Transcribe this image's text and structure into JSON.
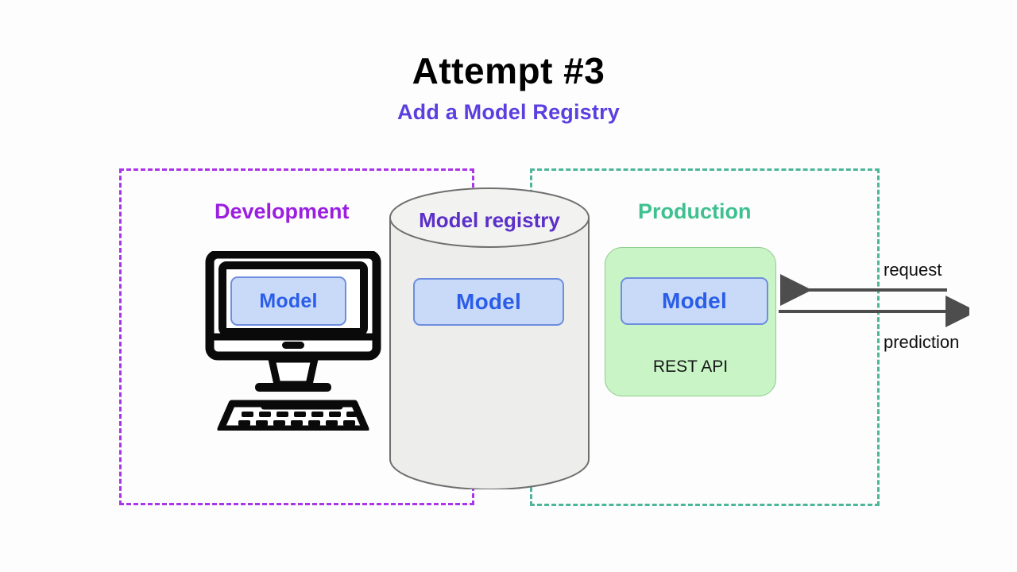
{
  "header": {
    "title": "Attempt #3",
    "subtitle": "Add a Model Registry"
  },
  "zones": {
    "development": {
      "label": "Development",
      "border_color": "#aa34e8",
      "label_color": "#9b1fe0",
      "style": "dashed"
    },
    "production": {
      "label": "Production",
      "border_color": "#4db699",
      "label_color": "#3ec08f",
      "style": "dashed"
    }
  },
  "development": {
    "computer_icon": "desktop-computer-icon",
    "model_chip": "Model"
  },
  "registry": {
    "label": "Model registry",
    "shape": "cylinder",
    "fill": "#ededeb",
    "stroke": "#6f6f6f",
    "label_color": "#5b2fc9",
    "model_chip": "Model"
  },
  "production": {
    "box_fill": "#c9f5c6",
    "box_stroke": "#8fcb8c",
    "model_chip": "Model",
    "service_label": "REST API"
  },
  "model_chip_style": {
    "fill": "#c8daf8",
    "stroke": "#6d8ede",
    "text_color": "#2b5de8"
  },
  "arrows": [
    {
      "label": "request",
      "direction": "left",
      "color": "#4d4d4d"
    },
    {
      "label": "prediction",
      "direction": "right",
      "color": "#4d4d4d"
    }
  ]
}
